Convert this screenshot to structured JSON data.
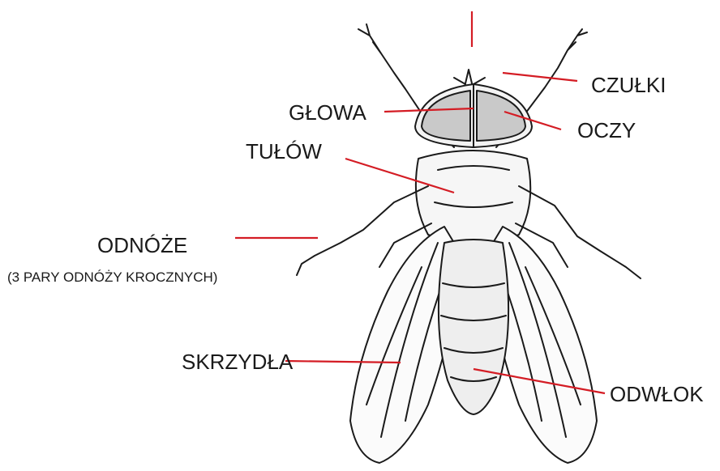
{
  "labels": {
    "czulki": "CZUŁKI",
    "glowa": "GŁOWA",
    "oczy": "OCZY",
    "tulow": "TUŁÓW",
    "odnoze": "ODNÓŻE",
    "odnoze_note": "(3 PARY ODNÓŻY KROCZNYCH)",
    "skrzydla": "SKRZYDŁA",
    "odwlok": "ODWŁOK"
  },
  "colors": {
    "pointer": "#d41c24",
    "ink": "#1a1a1a"
  }
}
